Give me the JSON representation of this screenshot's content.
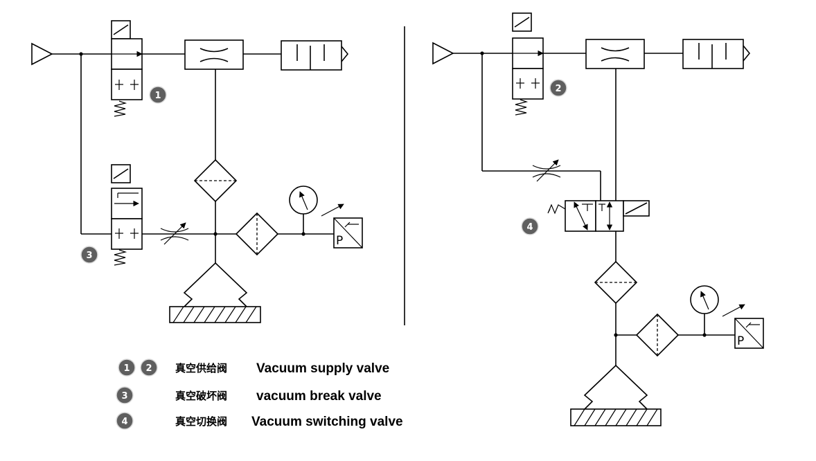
{
  "badges": {
    "b1": "1",
    "b2": "2",
    "b3": "3",
    "b4": "4"
  },
  "pressure_switch_label": "P",
  "legend": [
    {
      "numbers": [
        "1",
        "2"
      ],
      "zh": "真空供给阀",
      "en": "Vacuum supply valve"
    },
    {
      "numbers": [
        "3"
      ],
      "zh": "真空破坏阀",
      "en": "vacuum break valve"
    },
    {
      "numbers": [
        "4"
      ],
      "zh": "真空切换阀",
      "en": "Vacuum switching valve"
    }
  ]
}
